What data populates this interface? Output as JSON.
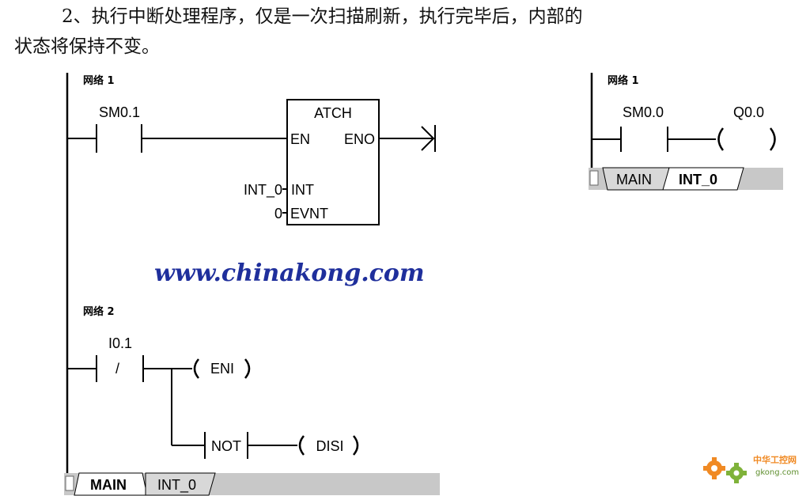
{
  "text": {
    "line1": "2、执行中断处理程序，仅是一次扫描刷新，执行完毕后，内部的",
    "line2": "状态将保持不变。"
  },
  "main_editor": {
    "network1_label": "网络 1",
    "contact1": "SM0.1",
    "box_title": "ATCH",
    "box_en": "EN",
    "box_eno": "ENO",
    "box_int": "INT",
    "box_evnt": "EVNT",
    "int_param": "INT_0",
    "evnt_param": "0",
    "network2_label": "网络 2",
    "contact2": "I0.1",
    "contact2_symbol": "/",
    "coil_eni": "ENI",
    "not_box": "NOT",
    "coil_disi": "DISI",
    "tab_main": "MAIN",
    "tab_int0": "INT_0"
  },
  "int_editor": {
    "network1_label": "网络 1",
    "contact": "SM0.0",
    "coil": "Q0.0",
    "tab_main": "MAIN",
    "tab_int0": "INT_0"
  },
  "watermark": "www.chinakong.com",
  "logo": {
    "cn": "中华工控网",
    "en": "gkong.com"
  },
  "colors": {
    "tab_gray": "#c8c8c8",
    "watermark_blue": "#1f2f9c",
    "logo_orange": "#f08a24",
    "logo_green": "#7fb23a"
  }
}
